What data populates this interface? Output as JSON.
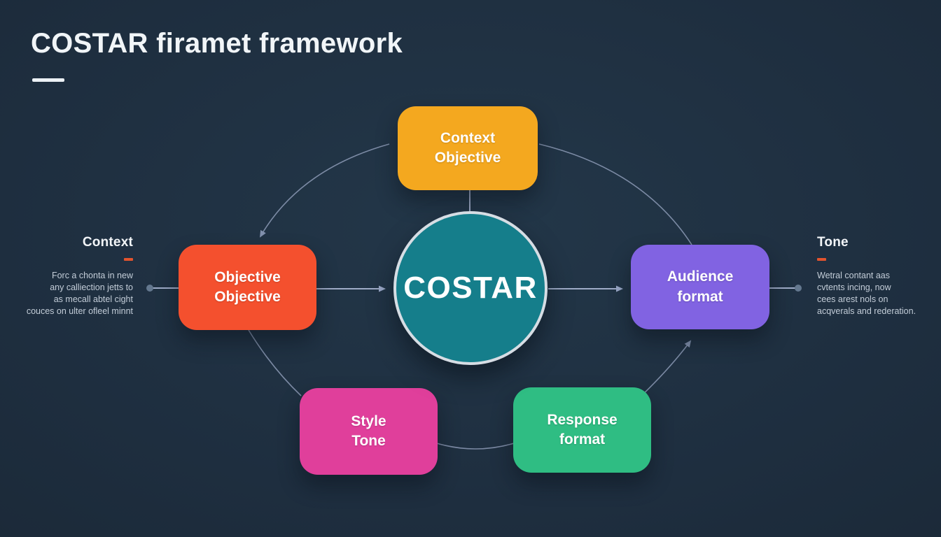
{
  "header": {
    "title": "COSTAR firamet framework"
  },
  "center": {
    "label": "COSTAR",
    "fill": "#157E8B",
    "border": "#D6DDE4"
  },
  "nodes": {
    "top": {
      "line1": "Context",
      "line2": "Objective",
      "color": "#F4A81F"
    },
    "left": {
      "line1": "Objective",
      "line2": "Objective",
      "color": "#F4502E"
    },
    "right": {
      "line1": "Audience",
      "line2": "format",
      "color": "#8163E2"
    },
    "bottom_left": {
      "line1": "Style",
      "line2": "Tone",
      "color": "#E03F9B"
    },
    "bottom_right": {
      "line1": "Response",
      "line2": "format",
      "color": "#2FBD83"
    }
  },
  "notes": {
    "left": {
      "heading": "Context",
      "lines": [
        "Forc a chonta in new",
        "any calliection jetts to",
        "as mecall abtel cight",
        "couces on ulter ofleel minnt"
      ]
    },
    "right": {
      "heading": "Tone",
      "lines": [
        "Wetral contant aas",
        "cvtents incing, now",
        "cees arest nols on",
        "acqverals and rederation."
      ]
    }
  },
  "colors": {
    "background": "#1D2C3B",
    "title_text": "#F1F5F8",
    "accent_dash": "#E2542E",
    "connector_line": "#93A1BD",
    "connector_strong": "#9FACC8",
    "arrowhead": "#9AA8C7",
    "end_dot": "#64788F",
    "note_text": "#C3CDD8"
  }
}
